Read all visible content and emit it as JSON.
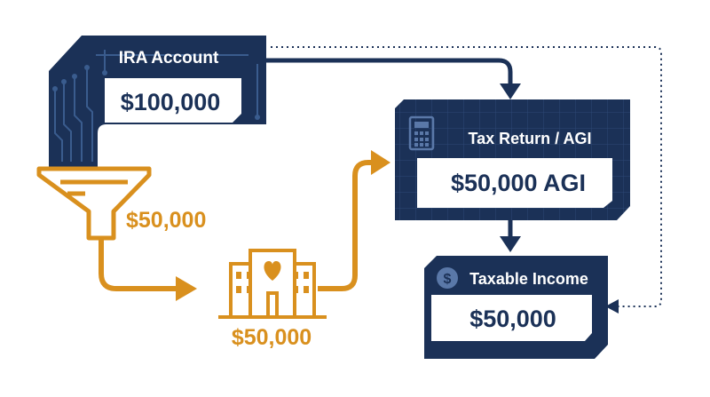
{
  "colors": {
    "navy": "#1B3157",
    "gold": "#D9901E",
    "white": "#FFFFFF",
    "dotted": "#1B3157"
  },
  "ira": {
    "title": "IRA Account",
    "amount": "$100,000"
  },
  "funnel": {
    "amount": "$50,000"
  },
  "charity": {
    "amount": "$50,000",
    "icon": "charity-building-heart-icon"
  },
  "tax_return": {
    "title": "Tax Return / AGI",
    "amount": "$50,000 AGI",
    "icon": "calculator-icon"
  },
  "taxable": {
    "title": "Taxable Income",
    "amount": "$50,000",
    "icon": "dollar-coin-icon"
  }
}
